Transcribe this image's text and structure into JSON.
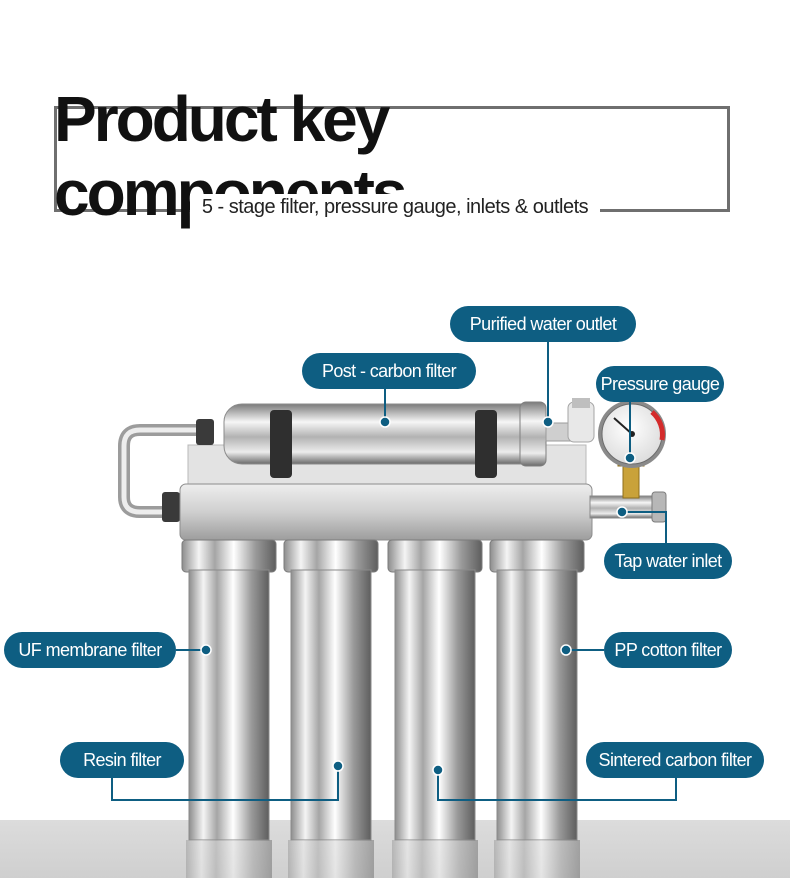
{
  "title": "Product key components",
  "subtitle": "5 - stage filter, pressure gauge, inlets & outlets",
  "labels": {
    "purified_outlet": "Purified water outlet",
    "post_carbon": "Post - carbon filter",
    "pressure_gauge": "Pressure gauge",
    "tap_inlet": "Tap water inlet",
    "uf_membrane": "UF membrane filter",
    "pp_cotton": "PP cotton filter",
    "resin": "Resin filter",
    "sintered_carbon": "Sintered carbon filter"
  },
  "colors": {
    "label_bg": "#0e5e82",
    "leader_line": "#0e5e82",
    "gauge_red": "#d42b2b"
  },
  "icons": [
    "water-purifier-image",
    "pressure-gauge-dial"
  ]
}
